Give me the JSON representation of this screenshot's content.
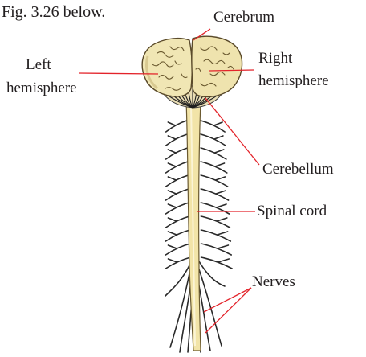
{
  "caption": "Fig. 3.26 below.",
  "labels": {
    "cerebrum": "Cerebrum",
    "left_hemisphere_line1": "Left",
    "left_hemisphere_line2": "hemisphere",
    "right_hemisphere_line1": "Right",
    "right_hemisphere_line2": "hemisphere",
    "cerebellum": "Cerebellum",
    "spinal_cord": "Spinal cord",
    "nerves": "Nerves"
  },
  "colors": {
    "leader_line": "#e3232a",
    "brain_fill": "#f0e6b4",
    "brain_outline": "#5a4a2a",
    "cord_fill": "#f2e4a8",
    "nerve": "#2a2a2a"
  }
}
